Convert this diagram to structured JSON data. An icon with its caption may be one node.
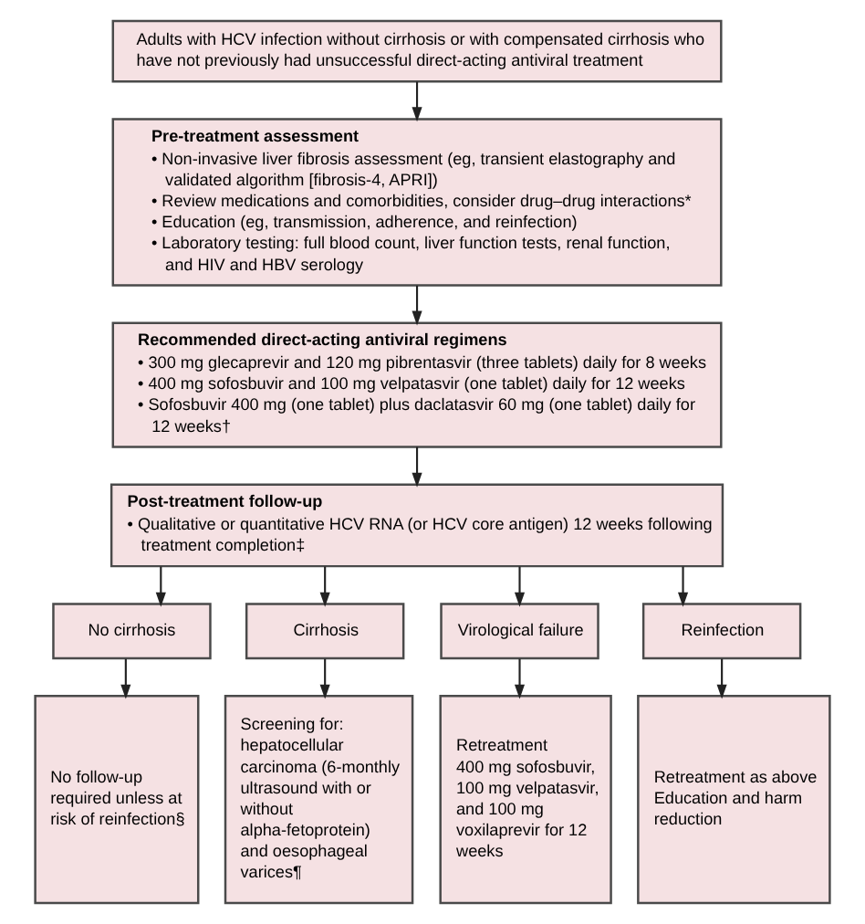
{
  "diagram": {
    "nodes": [
      {
        "text": [
          "Adults with HCV infection without cirrhosis or with compensated cirrhosis who have not previously had unsuccessful direct-acting antiviral treatment"
        ]
      },
      {
        "text": [
          "Pre-treatment assessment",
          "• Non-invasive liver fibrosis assessment (eg, transient elastography and validated algorithm [fibrosis-4, APRI])",
          "• Review medications and comorbidities, consider drug–drug interactions*",
          "• Education (eg, transmission, adherence, and reinfection)",
          "• Laboratory testing: full blood count, liver function tests, renal function, and HIV and HBV serology"
        ]
      },
      {
        "text": [
          "Recommended direct-acting antiviral regimens",
          "• 300 mg glecaprevir and 120 mg pibrentasvir (three tablets) daily for 8 weeks",
          "• 400 mg sofosbuvir and 100 mg velpatasvir (one tablet) daily for 12 weeks",
          "• Sofosbuvir 400 mg (one tablet) plus daclatasvir 60 mg (one tablet) daily for 12 weeks†"
        ]
      },
      {
        "text": [
          "Post-treatment follow-up",
          "• Qualitative or quantitative HCV RNA (or HCV core antigen) 12 weeks following treatment completion‡"
        ]
      },
      {
        "text": [
          "No cirrhosis"
        ]
      },
      {
        "text": [
          "Cirrhosis"
        ]
      },
      {
        "text": [
          "Virological failure"
        ]
      },
      {
        "text": [
          "Reinfection"
        ]
      },
      {
        "text": [
          "No follow-up required unless at risk of reinfection§"
        ]
      },
      {
        "text": [
          "Screening for: hepatocellular carcinoma (6-monthly ultrasound with or without alpha-fetoprotein) and oesophageal varices¶"
        ]
      },
      {
        "text": [
          "Retreatment",
          "400 mg sofosbuvir, 100 mg velpatasvir, and 100 mg voxilaprevir for 12 weeks"
        ]
      },
      {
        "text": [
          "Retreatment as above",
          "Education and harm reduction"
        ]
      }
    ],
    "edges": [
      {
        "from": 0,
        "to": 1,
        "arrow": "to"
      },
      {
        "from": 1,
        "to": 2,
        "arrow": "to"
      },
      {
        "from": 2,
        "to": 3,
        "arrow": "to"
      },
      {
        "from": 3,
        "to": 4,
        "arrow": "to"
      },
      {
        "from": 3,
        "to": 5,
        "arrow": "to"
      },
      {
        "from": 3,
        "to": 6,
        "arrow": "to"
      },
      {
        "from": 3,
        "to": 7,
        "arrow": "to"
      },
      {
        "from": 4,
        "to": 8,
        "arrow": "to"
      },
      {
        "from": 5,
        "to": 9,
        "arrow": "to"
      },
      {
        "from": 6,
        "to": 10,
        "arrow": "to"
      },
      {
        "from": 7,
        "to": 11,
        "arrow": "to"
      }
    ]
  }
}
